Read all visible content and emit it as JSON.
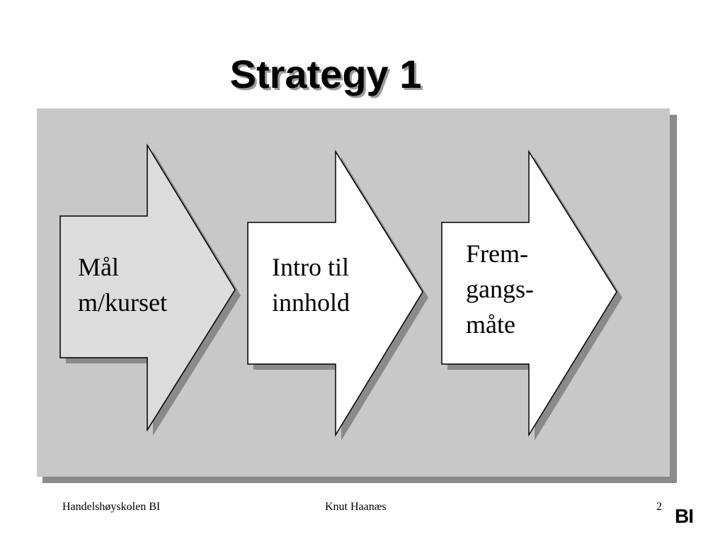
{
  "slide": {
    "title": "Strategy 1"
  },
  "diagram": {
    "steps": [
      {
        "line1": "Mål",
        "line2": "m/kurset",
        "fill": "#dcdcdc"
      },
      {
        "line1": "Intro til",
        "line2": "innhold",
        "fill": "#ffffff"
      },
      {
        "line1": "Frem-",
        "line2": "gangs-",
        "line3": "måte",
        "fill": "#ffffff"
      }
    ],
    "panel_color": "#c8c8c8"
  },
  "footer": {
    "institution": "Handelshøyskolen BI",
    "author": "Knut Haanæs",
    "page_number": "2",
    "logo_text": "BI"
  }
}
